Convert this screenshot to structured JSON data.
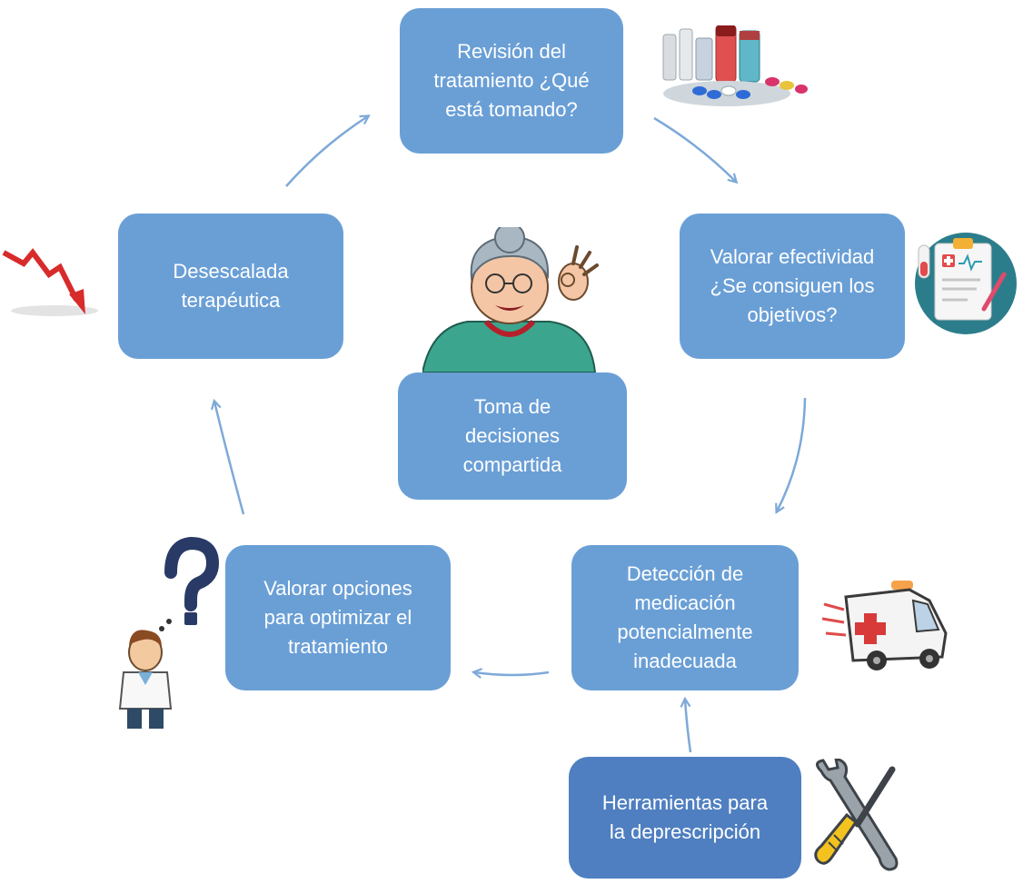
{
  "diagram": {
    "type": "cycle",
    "accent_color": "#6a9fd6",
    "secondary_color": "#4f7fc0",
    "arrow_color": "#7ea9d8",
    "boxes": {
      "review": {
        "line1": "Revisión del",
        "line2": "tratamiento ¿Qué",
        "line3": "está tomando?"
      },
      "effectiveness": {
        "line1": "Valorar efectividad",
        "line2": "¿Se consiguen los",
        "line3": "objetivos?"
      },
      "detection": {
        "line1": "Detección de",
        "line2": "medicación",
        "line3": "potencialmente",
        "line4": "inadecuada"
      },
      "options": {
        "line1": "Valorar opciones",
        "line2": "para optimizar el",
        "line3": "tratamiento"
      },
      "deescalation": {
        "line1": "Desescalada",
        "line2": "terapéutica"
      },
      "shared": {
        "line1": "Toma de",
        "line2": "decisiones",
        "line3": "compartida"
      },
      "tools": {
        "line1": "Herramientas para",
        "line2": "la deprescripción"
      }
    },
    "icons": [
      "medicine-pills-icon",
      "clipboard-icon",
      "ambulance-icon",
      "doctor-question-icon",
      "down-trend-arrow-icon",
      "grandmother-ok-icon",
      "wrench-screwdriver-icon"
    ]
  }
}
